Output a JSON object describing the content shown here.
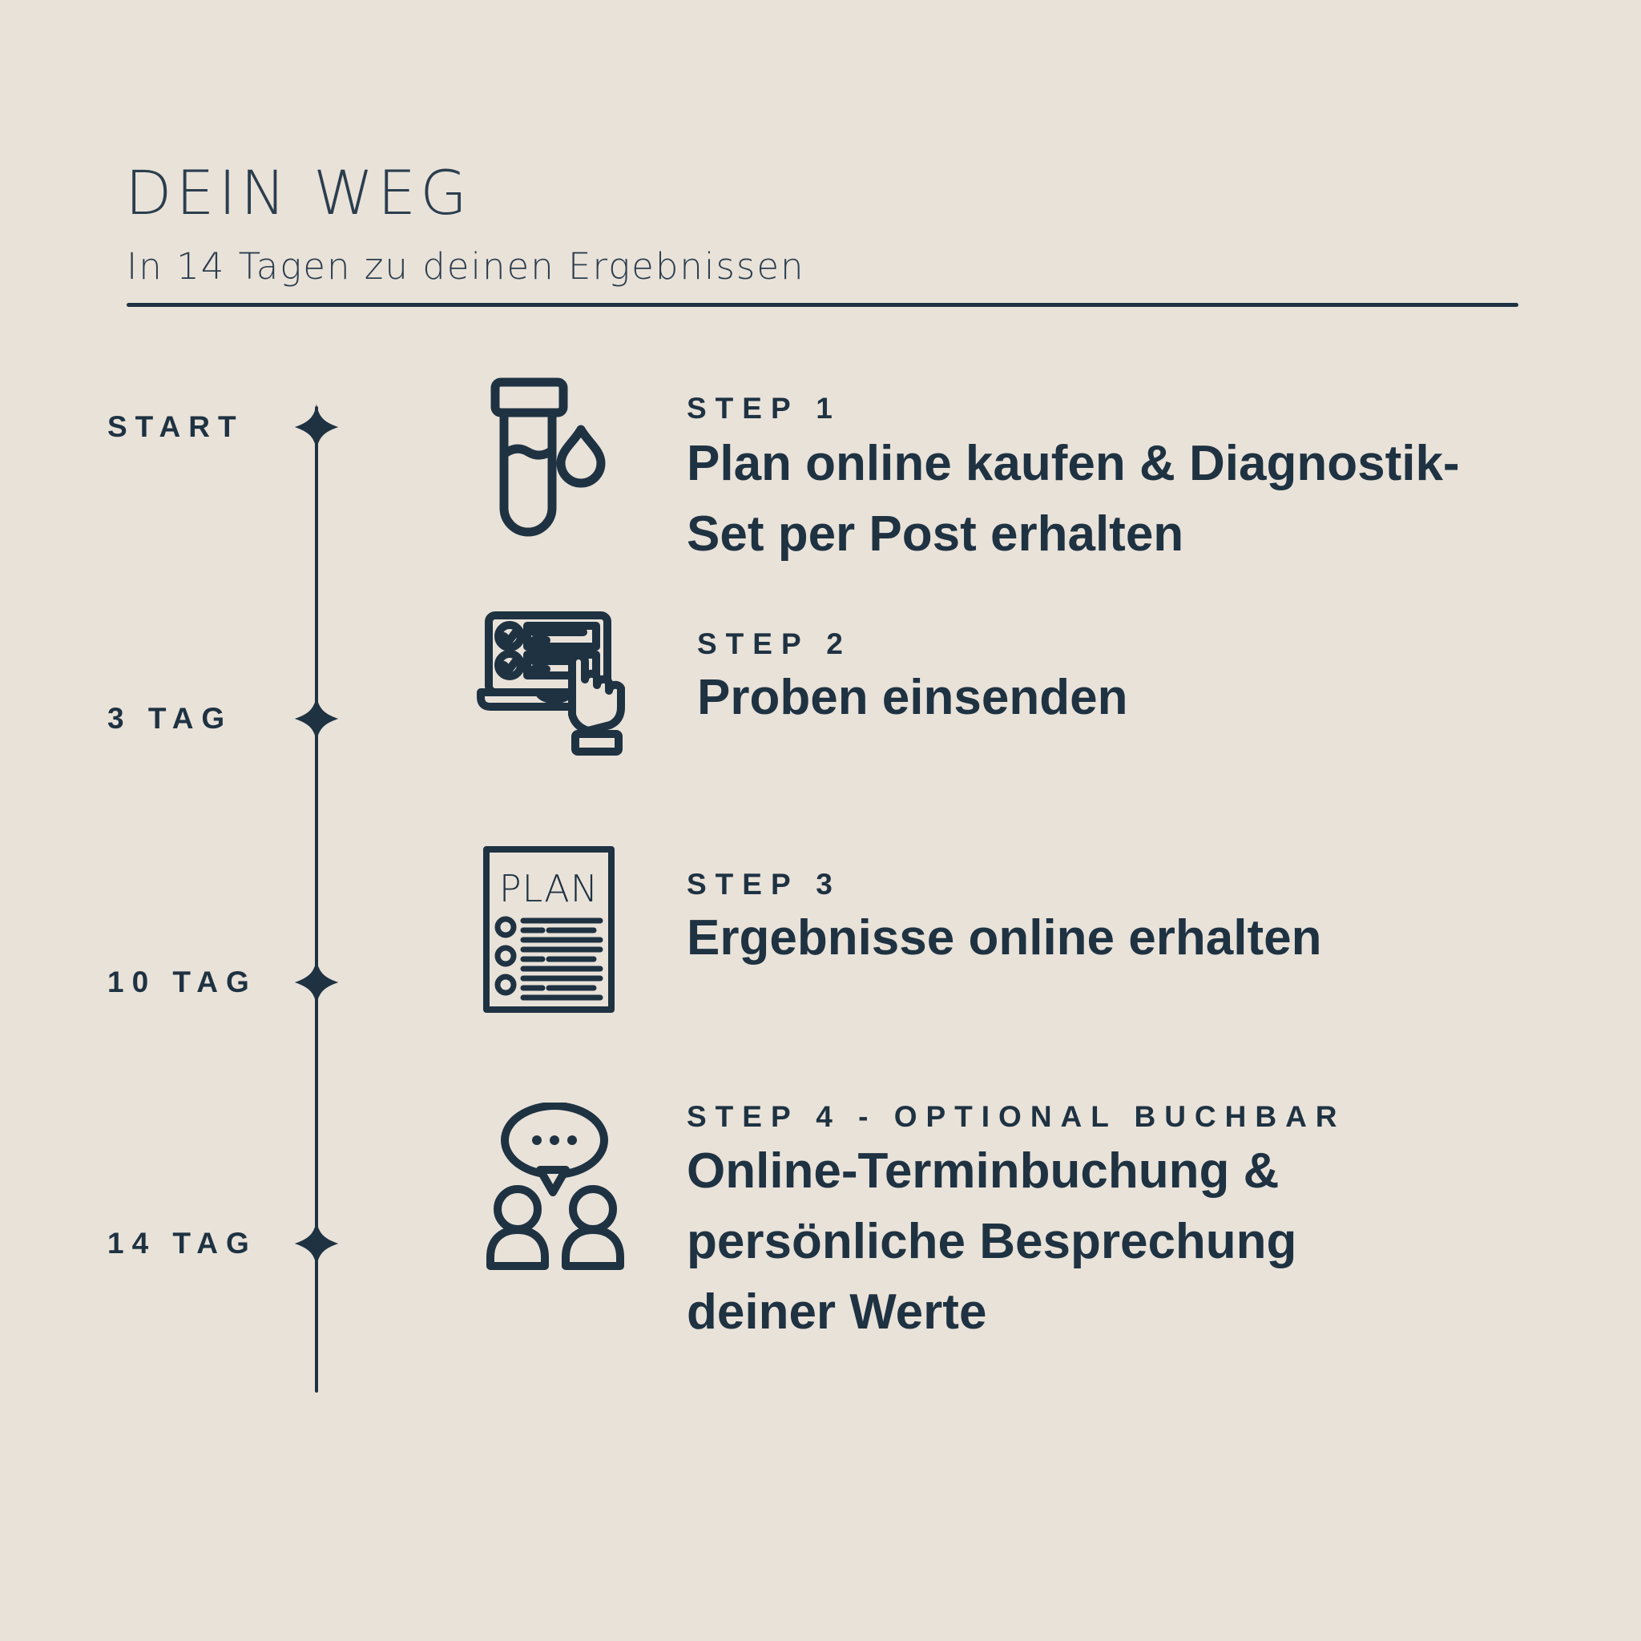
{
  "theme": {
    "background": "#e9e2d9",
    "ink": "#1e3242",
    "title_ink": "#2b3e4e"
  },
  "header": {
    "title": "DEIN WEG",
    "subtitle": "In 14 Tagen zu deinen Ergebnissen"
  },
  "timeline": {
    "labels": [
      {
        "text": "START"
      },
      {
        "text": "3 TAG"
      },
      {
        "text": "10 TAG"
      },
      {
        "text": "14 TAG"
      }
    ]
  },
  "steps": [
    {
      "label": "STEP 1",
      "icon": "test-tube-droplet-icon",
      "lines": [
        "Plan online kaufen & Diagnostik-",
        "Set per Post erhalten"
      ]
    },
    {
      "label": "STEP 2",
      "icon": "laptop-checklist-hand-icon",
      "lines": [
        "Proben einsenden"
      ]
    },
    {
      "label": "STEP 3",
      "icon": "plan-document-icon",
      "lines": [
        "Ergebnisse online erhalten"
      ]
    },
    {
      "label": "STEP 4 - OPTIONAL BUCHBAR",
      "icon": "speech-bubble-people-icon",
      "lines": [
        "Online-Terminbuchung &",
        "persönliche Besprechung",
        "deiner Werte"
      ]
    }
  ],
  "icons": {
    "plan_label": "PLAN"
  }
}
